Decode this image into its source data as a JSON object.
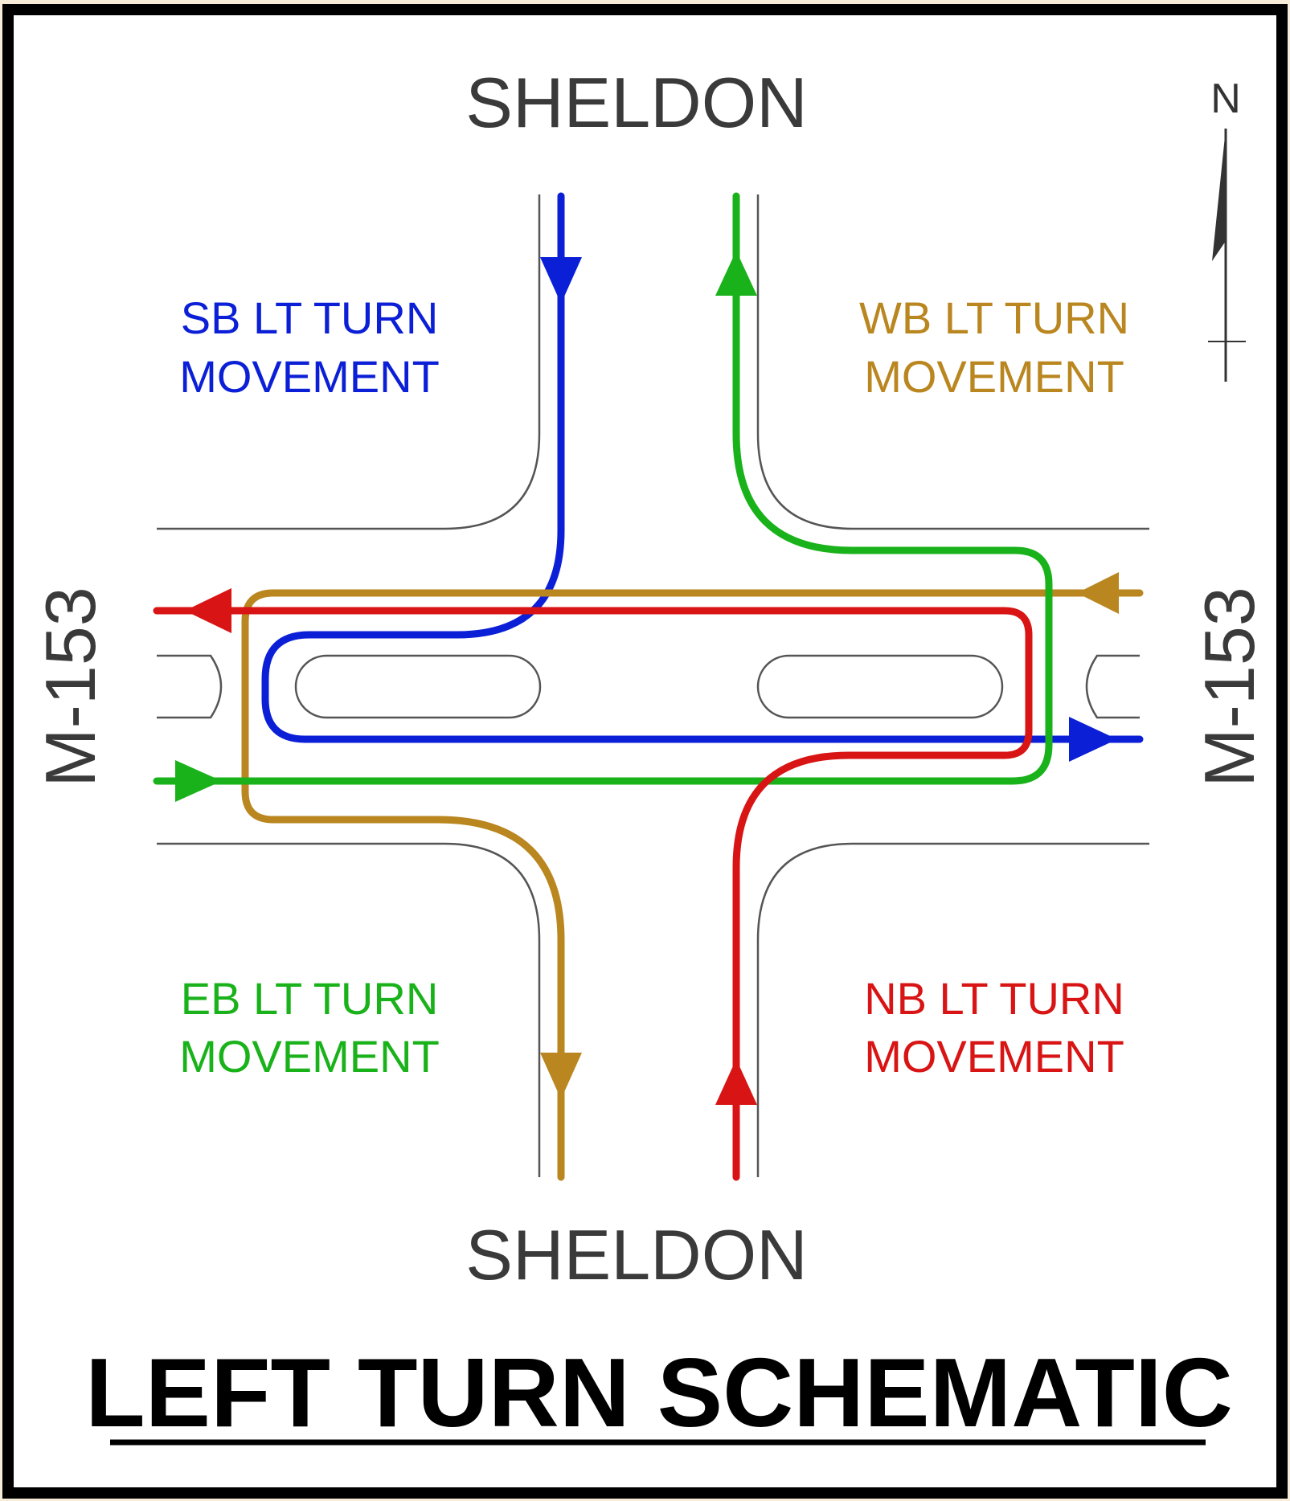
{
  "streets": {
    "north": "SHELDON",
    "south": "SHELDON",
    "west": "M-153",
    "east": "M-153"
  },
  "compass": {
    "label": "N"
  },
  "movements": {
    "sb": {
      "line1": "SB LT TURN",
      "line2": "MOVEMENT",
      "color": "#0b1fd6"
    },
    "wb": {
      "line1": "WB LT TURN",
      "line2": "MOVEMENT",
      "color": "#b9861f"
    },
    "eb": {
      "line1": "EB LT TURN",
      "line2": "MOVEMENT",
      "color": "#1ab21a"
    },
    "nb": {
      "line1": "NB LT TURN",
      "line2": "MOVEMENT",
      "color": "#d81414"
    }
  },
  "title": "LEFT TURN SCHEMATIC"
}
